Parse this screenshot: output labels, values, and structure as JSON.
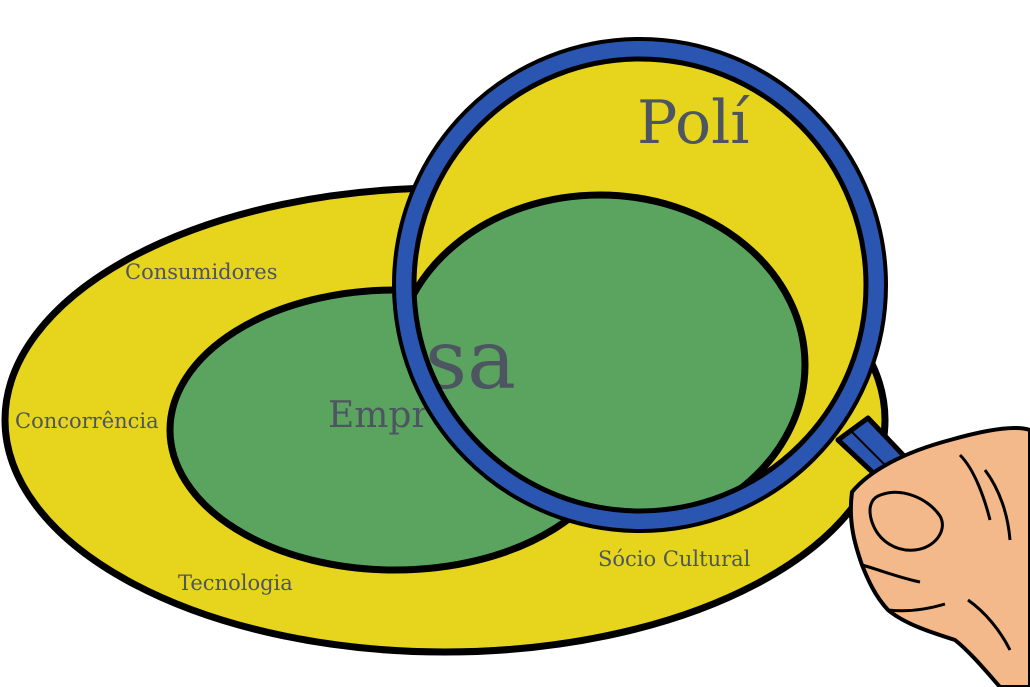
{
  "diagram": {
    "outer_ring": {
      "labels": {
        "top": "Consumidores",
        "left": "Concorrência",
        "bottom": "Tecnologia",
        "right": "Sócio Cultural"
      }
    },
    "inner_center": {
      "label": "Empr"
    },
    "magnified": {
      "center_label": "sa",
      "top_label": "Polí"
    },
    "colors": {
      "yellow": "#e7d41c",
      "green": "#5aa460",
      "lens_blue": "#2a55b0",
      "skin": "#f3b98b",
      "outline": "#000000",
      "text": "#4d5560"
    }
  }
}
